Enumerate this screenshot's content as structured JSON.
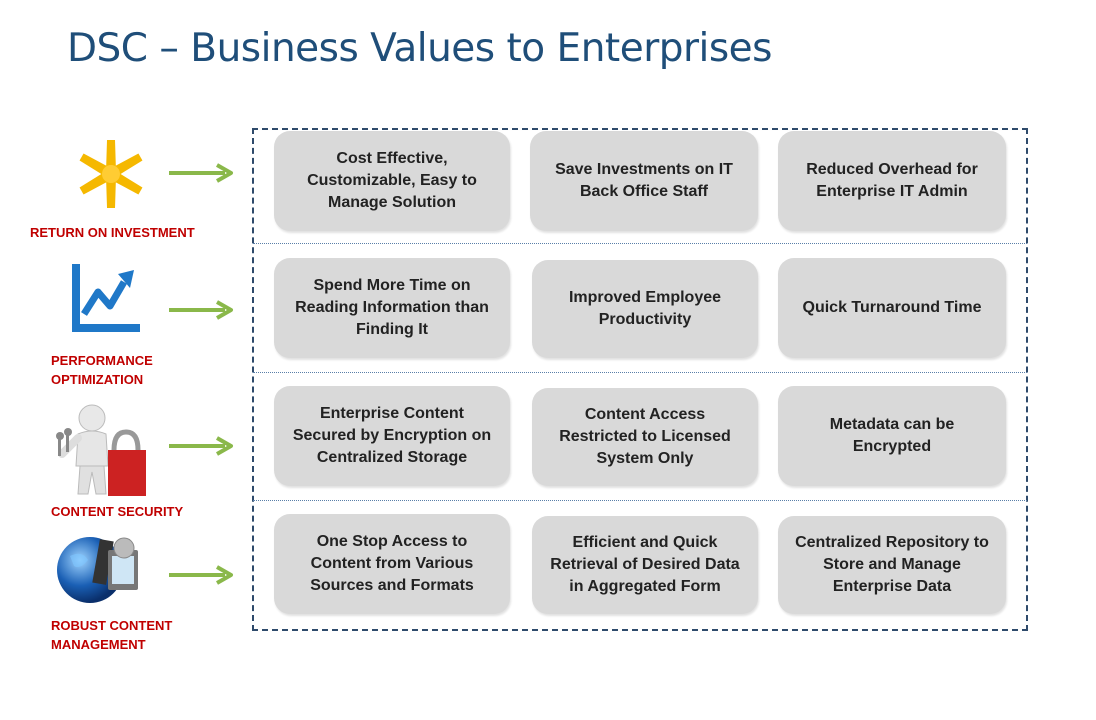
{
  "title": "DSC – Business Values to Enterprises",
  "categories": [
    {
      "label": "RETURN ON INVESTMENT",
      "icon": "asterisk-star-icon",
      "color": "#f5b800"
    },
    {
      "label": "PERFORMANCE\nOPTIMIZATION",
      "icon": "rising-chart-icon",
      "color": "#1f78c8"
    },
    {
      "label": "CONTENT SECURITY",
      "icon": "person-with-keys-and-lock-icon",
      "color": "#cc2222"
    },
    {
      "label": "ROBUST CONTENT\nMANAGEMENT",
      "icon": "globe-with-media-icon",
      "color": "#1a5fb4"
    }
  ],
  "rows": [
    [
      "Cost Effective,\nCustomizable, Easy to\nManage Solution",
      "Save Investments on IT\nBack Office Staff",
      "Reduced Overhead for\nEnterprise IT Admin"
    ],
    [
      "Spend More Time  on\nReading Information than\nFinding It",
      "Improved Employee\nProductivity",
      "Quick Turnaround Time"
    ],
    [
      "Enterprise Content\nSecured by Encryption on\nCentralized Storage",
      "Content Access\nRestricted to Licensed\nSystem Only",
      "Metadata can be\nEncrypted"
    ],
    [
      "One Stop Access to\nContent from Various\nSources and Formats",
      "Efficient and Quick\nRetrieval of Desired Data\nin Aggregated Form",
      "Centralized Repository to\nStore and Manage\nEnterprise Data"
    ]
  ],
  "colors": {
    "title": "#1f4e79",
    "category_label": "#c00000",
    "card": "#d9d9d9",
    "arrow": "#8ab84a",
    "frame": "#2e4a6b"
  }
}
